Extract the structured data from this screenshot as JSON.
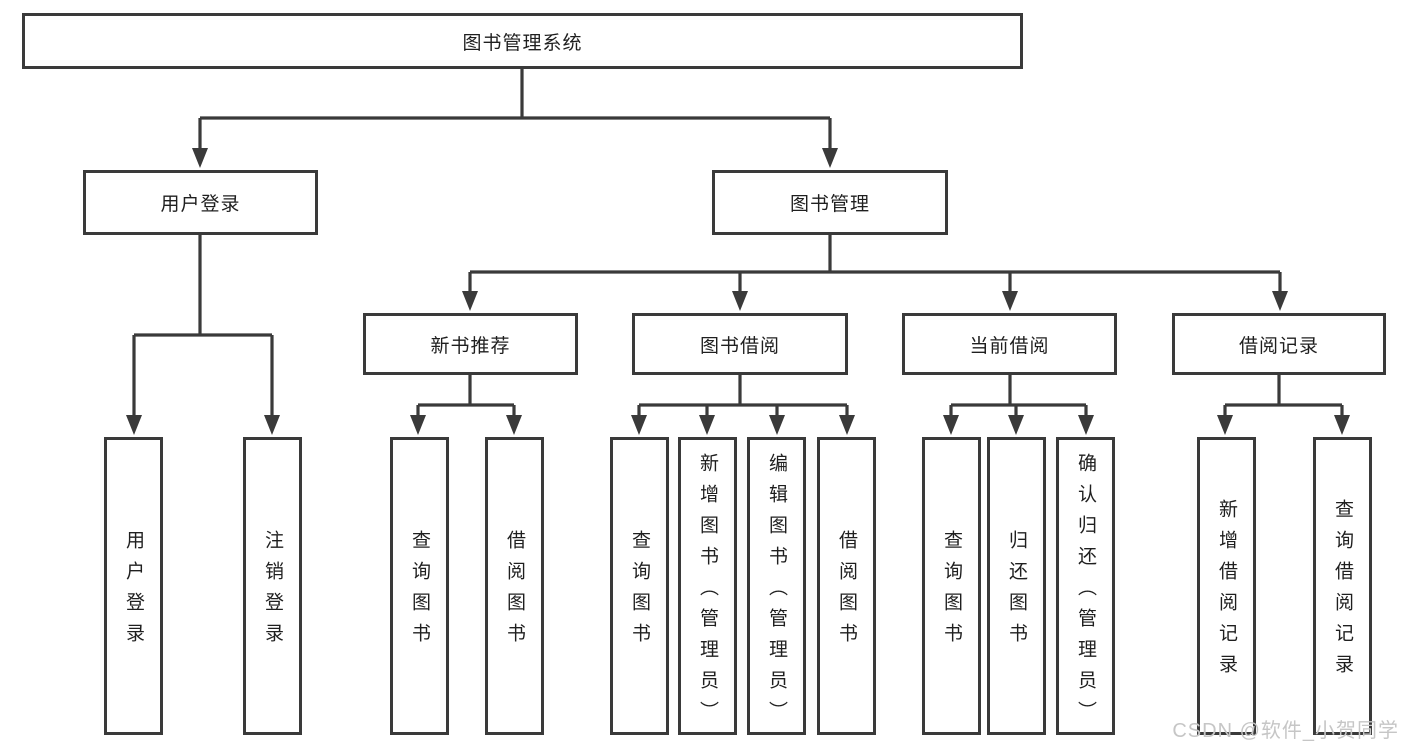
{
  "tree": {
    "label": "图书管理系统",
    "children": [
      {
        "label": "用户登录",
        "children": [
          {
            "label": "用户登录"
          },
          {
            "label": "注销登录"
          }
        ]
      },
      {
        "label": "图书管理",
        "children": [
          {
            "label": "新书推荐",
            "children": [
              {
                "label": "查询图书"
              },
              {
                "label": "借阅图书"
              }
            ]
          },
          {
            "label": "图书借阅",
            "children": [
              {
                "label": "查询图书"
              },
              {
                "label": "新增图书（管理员）"
              },
              {
                "label": "编辑图书（管理员）"
              },
              {
                "label": "借阅图书"
              }
            ]
          },
          {
            "label": "当前借阅",
            "children": [
              {
                "label": "查询图书"
              },
              {
                "label": "归还图书"
              },
              {
                "label": "确认归还（管理员）"
              }
            ]
          },
          {
            "label": "借阅记录",
            "children": [
              {
                "label": "新增借阅记录"
              },
              {
                "label": "查询借阅记录"
              }
            ]
          }
        ]
      }
    ]
  },
  "watermark": "CSDN @软件_小贺同学",
  "colors": {
    "line": "#3a3a3a",
    "text": "#1f1f1f",
    "watermark": "#c6c6c6",
    "background": "#ffffff"
  }
}
